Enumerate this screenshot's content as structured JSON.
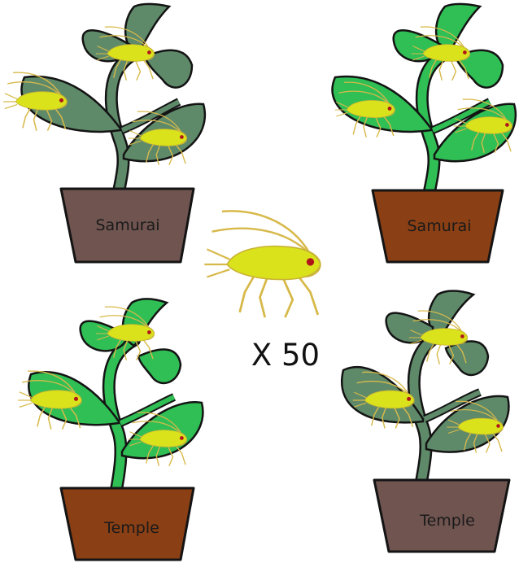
{
  "multiplier": {
    "text": "X 50"
  },
  "plants": [
    {
      "label": "Samurai",
      "foliage": "#5f8a6a",
      "pot": "#6f5450"
    },
    {
      "label": "Samurai",
      "foliage": "#2fbf55",
      "pot": "#8a3f14"
    },
    {
      "label": "Temple",
      "foliage": "#2fbf55",
      "pot": "#8a3f14"
    },
    {
      "label": "Temple",
      "foliage": "#5f8a6a",
      "pot": "#6f5450"
    }
  ],
  "icons": {
    "plant": "potted-plant-icon",
    "aphid": "aphid-icon"
  },
  "colors": {
    "aphid_body": "#d9e21a",
    "aphid_legs": "#d7b94a",
    "aphid_eye": "#b0151a",
    "outline": "#141414"
  }
}
